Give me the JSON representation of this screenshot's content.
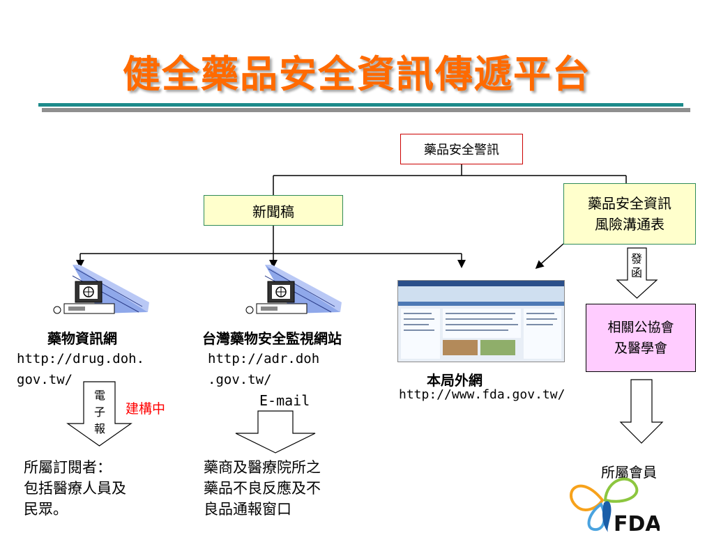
{
  "title": "健全藥品安全資訊傳遞平台",
  "nodes": {
    "drug_safety_alert": "藥品安全警訊",
    "press_release": "新聞稿",
    "risk_form": [
      "藥品安全資訊",
      "風險溝通表"
    ],
    "send_letter": [
      "發",
      "函"
    ],
    "associations": [
      "相關公協會",
      "及醫學會"
    ],
    "drug_info_net": "藥物資訊網",
    "drug_info_url": [
      "http://drug.doh.",
      "gov.tw/"
    ],
    "adr_net": "台灣藥物安全監視網站",
    "adr_url": [
      "http://adr.doh",
      ".gov.tw/"
    ],
    "fda_site": "本局外網",
    "fda_url": "http://www.fda.gov.tw/",
    "epaper": [
      "電",
      "子",
      "報"
    ],
    "under_construction": "建構中",
    "email": "E-mail",
    "subscribers": [
      "所屬訂閱者：",
      "包括醫療人員及",
      "民眾。"
    ],
    "report_window": [
      "藥商及醫療院所之",
      "藥品不良反應及不",
      "良品通報窗口"
    ],
    "members": "所屬會員"
  },
  "logo": {
    "text": "FDA"
  },
  "colors": {
    "title": "#ff6a00",
    "note_fill": "#ffffcc",
    "assoc_fill": "#ffccff",
    "alert_border": "#cc0000",
    "construction": "#ff0000",
    "teal_rule": "#1d8b8b"
  }
}
